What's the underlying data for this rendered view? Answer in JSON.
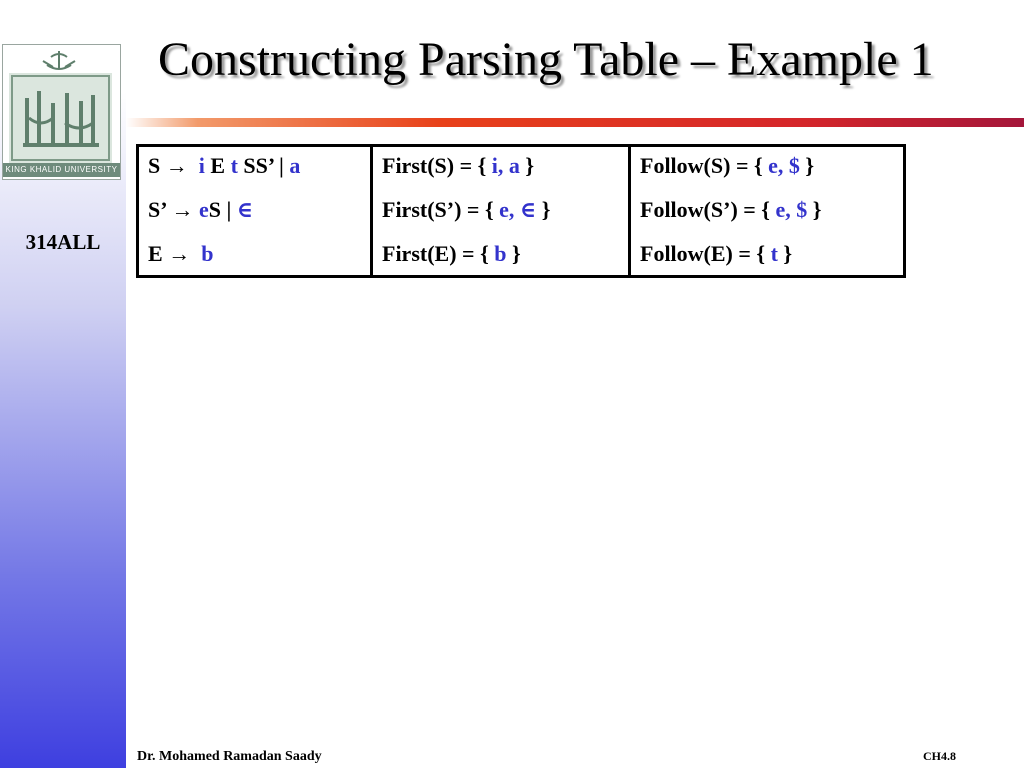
{
  "sidebar": {
    "logo_caption": "KING KHALID UNIVERSITY",
    "course_code": "314ALL"
  },
  "slide": {
    "title": "Constructing Parsing Table – Example 1"
  },
  "table": {
    "rows": [
      {
        "production": {
          "lhs": "S",
          "arrow": "→",
          "p1": "i",
          "p2": " E ",
          "p3": "t",
          "p4": " SS’ | ",
          "p5": "a"
        },
        "first": {
          "prefix": "First(S) = { ",
          "vals": "i, a",
          "suffix": " }"
        },
        "follow": {
          "prefix": "Follow(S) = { ",
          "vals": "e, $",
          "suffix": " }"
        }
      },
      {
        "production": {
          "lhs": "S’ ",
          "arrow": "→",
          "p1": "e",
          "p2": "S | ",
          "p3": "∈"
        },
        "first": {
          "prefix": "First(S’) = { ",
          "vals": "e, ∈",
          "suffix": " }"
        },
        "follow": {
          "prefix": "Follow(S’) = { ",
          "vals": "e, $",
          "suffix": " }"
        }
      },
      {
        "production": {
          "lhs": "E",
          "arrow": "→",
          "p1": "b"
        },
        "first": {
          "prefix": "First(E) = { ",
          "vals": "b",
          "suffix": " }"
        },
        "follow": {
          "prefix": "Follow(E) = { ",
          "vals": "t",
          "suffix": " }"
        }
      }
    ]
  },
  "footer": {
    "author": "Dr. Mohamed Ramadan Saady",
    "slide_number": "CH4.8"
  },
  "colors": {
    "accent_blue": "#3333cc",
    "title_rule_red": "#d5262a",
    "sidebar_blue": "#3e3fe0"
  },
  "icons": {
    "logo": "university-logo-icon",
    "arrow": "arrow-right-icon"
  }
}
